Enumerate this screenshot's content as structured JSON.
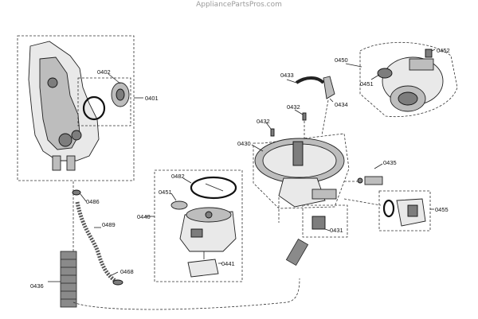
{
  "watermark": "AppliancePartsPros.com",
  "labels": {
    "p0401": "0401",
    "p0402": "0402",
    "p0430": "0430",
    "p0431": "0431",
    "p0432a": "0432",
    "p0432b": "0432",
    "p0433": "0433",
    "p0434": "0434",
    "p0435": "0435",
    "p0436": "0436",
    "p0440": "0440",
    "p0441": "0441",
    "p0450": "0450",
    "p0451a": "0451",
    "p0451b": "0451",
    "p0452": "0452",
    "p0455": "0455",
    "p0468": "0468",
    "p0482": "0482",
    "p0486": "0486",
    "p0489": "0489"
  }
}
